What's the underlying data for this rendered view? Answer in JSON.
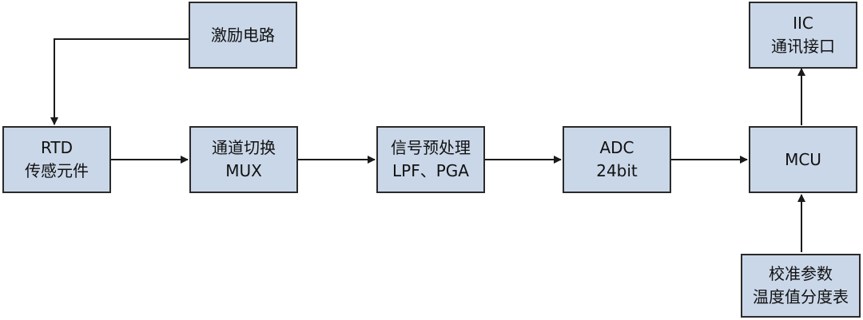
{
  "diagram": {
    "blocks": {
      "excitation": {
        "lines": [
          "激励电路"
        ]
      },
      "rtd": {
        "lines": [
          "RTD",
          "传感元件"
        ]
      },
      "mux": {
        "lines": [
          "通道切换",
          "MUX"
        ]
      },
      "preprocess": {
        "lines": [
          "信号预处理",
          "LPF、PGA"
        ]
      },
      "adc": {
        "lines": [
          "ADC",
          "24bit"
        ]
      },
      "mcu": {
        "lines": [
          "MCU"
        ]
      },
      "iic": {
        "lines": [
          "IIC",
          "通讯接口"
        ]
      },
      "calibration": {
        "lines": [
          "校准参数",
          "温度值分度表"
        ]
      }
    },
    "connections": [
      {
        "from": "excitation",
        "to": "rtd"
      },
      {
        "from": "rtd",
        "to": "mux"
      },
      {
        "from": "mux",
        "to": "preprocess"
      },
      {
        "from": "preprocess",
        "to": "adc"
      },
      {
        "from": "adc",
        "to": "mcu"
      },
      {
        "from": "mcu",
        "to": "iic"
      },
      {
        "from": "calibration",
        "to": "mcu"
      }
    ],
    "colors": {
      "block_fill": "#cad7e8",
      "stroke": "#2a2a2a"
    }
  }
}
